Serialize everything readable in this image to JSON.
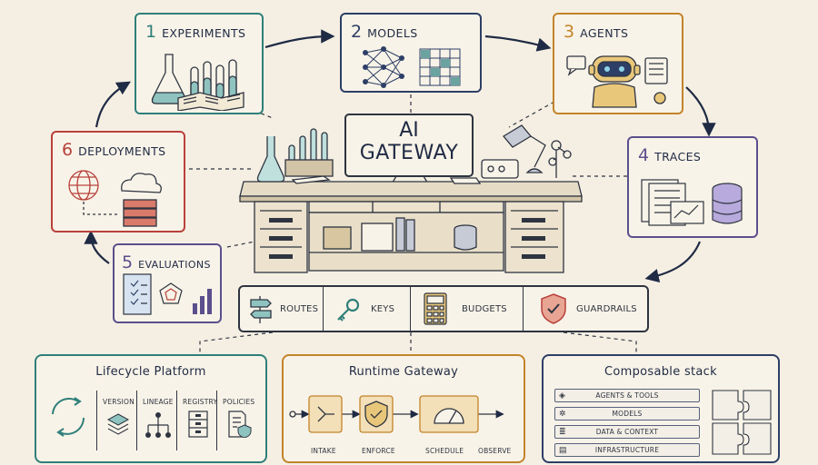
{
  "gateway": {
    "title_line1": "AI",
    "title_line2": "GATEWAY"
  },
  "steps": [
    {
      "num": "1",
      "title": "EXPERIMENTS",
      "color": "#2f7f7a",
      "icon": "flask-icon"
    },
    {
      "num": "2",
      "title": "MODELS",
      "color": "#2d3f66",
      "icon": "neural-network-icon"
    },
    {
      "num": "3",
      "title": "AGENTS",
      "color": "#c2842a",
      "icon": "robot-icon"
    },
    {
      "num": "4",
      "title": "TRACES",
      "color": "#5b4f8c",
      "icon": "trace-documents-icon"
    },
    {
      "num": "5",
      "title": "EVALUATIONS",
      "color": "#5b4f8c",
      "icon": "checklist-icon"
    },
    {
      "num": "6",
      "title": "DEPLOYMENTS",
      "color": "#b8413b",
      "icon": "globe-server-icon"
    }
  ],
  "toolbar": [
    {
      "label": "ROUTES",
      "icon": "signpost-icon"
    },
    {
      "label": "KEYS",
      "icon": "key-icon"
    },
    {
      "label": "BUDGETS",
      "icon": "calculator-icon"
    },
    {
      "label": "GUARDRAILS",
      "icon": "shield-icon"
    }
  ],
  "lifecycle": {
    "title": "Lifecycle Platform",
    "items": [
      "VERSION",
      "LINEAGE",
      "REGISTRY",
      "POLICIES"
    ],
    "color": "#2f7f7a"
  },
  "runtime": {
    "title": "Runtime Gateway",
    "stages": [
      "INTAKE",
      "ENFORCE",
      "SCHEDULE",
      "OBSERVE"
    ],
    "color": "#c2842a"
  },
  "composable": {
    "title": "Composable stack",
    "layers": [
      "AGENTS & TOOLS",
      "MODELS",
      "DATA & CONTEXT",
      "INFRASTRUCTURE"
    ],
    "color": "#2d3f66"
  }
}
